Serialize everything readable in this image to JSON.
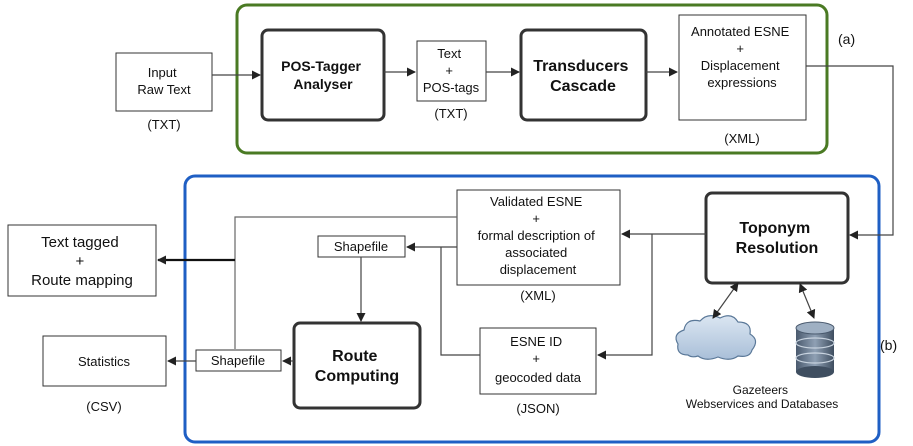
{
  "panels": {
    "top_label": "(a)",
    "bottom_label": "(b)",
    "top_color": "#4a7a23",
    "bottom_color": "#1f5fc4"
  },
  "nodes": {
    "input_raw_text": [
      "Input",
      "Raw Text"
    ],
    "input_format": "(TXT)",
    "pos_tagger": [
      "POS-Tagger",
      "Analyser"
    ],
    "text_pos_tags": [
      "Text",
      "+",
      "POS-tags"
    ],
    "text_pos_format": "(TXT)",
    "transducers": [
      "Transducers",
      "Cascade"
    ],
    "annotated_esne": [
      "Annotated ESNE",
      "+",
      "Displacement",
      "expressions"
    ],
    "annotated_format": "(XML)",
    "toponym_resolution": [
      "Toponym",
      "Resolution"
    ],
    "validated_esne": [
      "Validated ESNE",
      "+",
      "formal description of",
      "associated",
      "displacement"
    ],
    "validated_format": "(XML)",
    "shapefile_top": "Shapefile",
    "route_computing": [
      "Route",
      "Computing"
    ],
    "esne_id": [
      "ESNE ID",
      "+",
      "geocoded data"
    ],
    "esne_format": "(JSON)",
    "shapefile_bottom": "Shapefile",
    "text_tagged": [
      "Text tagged",
      "+",
      "Route mapping"
    ],
    "statistics": "Statistics",
    "statistics_format": "(CSV)",
    "gazeteers": [
      "Gazeteers",
      "Webservices and Databases"
    ]
  },
  "icons": {
    "cloud": "cloud-icon",
    "database": "database-icon"
  }
}
